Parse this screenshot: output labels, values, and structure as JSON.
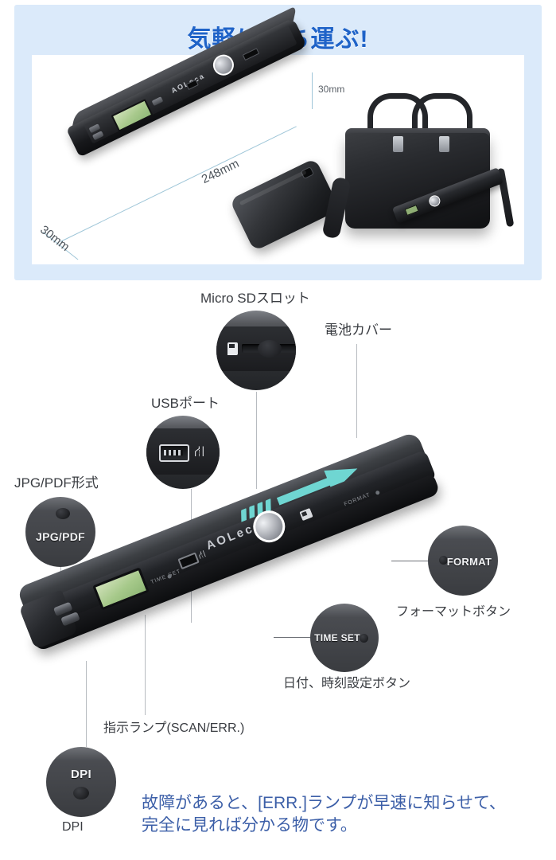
{
  "banner": {
    "title": "気軽に持ち運ぶ!",
    "bg_color": "#dbeafa",
    "title_color": "#1f63c8",
    "dimensions": {
      "height_label": "30mm",
      "length_label": "248mm",
      "depth_label": "30mm"
    },
    "product_brand": "AOLeca"
  },
  "diagram": {
    "labels": {
      "micro_sd": "Micro SDスロット",
      "battery_cover": "電池カバー",
      "usb_port": "USBポート",
      "jpg_pdf_format": "JPG/PDF形式",
      "format_button": "フォーマットボタン",
      "time_set_button": "日付、時刻設定ボタン",
      "indicator_lamp": "指示ランプ(SCAN/ERR.)",
      "dpi": "DPI"
    },
    "button_faces": {
      "jpg_pdf": "JPG/PDF",
      "format": "FORMAT",
      "time_set": "TIME SET",
      "dpi": "DPI"
    },
    "device_markings": {
      "brand": "AOLeca",
      "time_set_side": "TIME SET",
      "format_side": "FORMAT"
    },
    "accent_color": "#6fd6d2"
  },
  "bottom_note": {
    "line1": "故障があると、[ERR.]ランプが早速に知らせて、",
    "line2": "完全に見れば分かる物です。",
    "color": "#3c5fa8"
  }
}
